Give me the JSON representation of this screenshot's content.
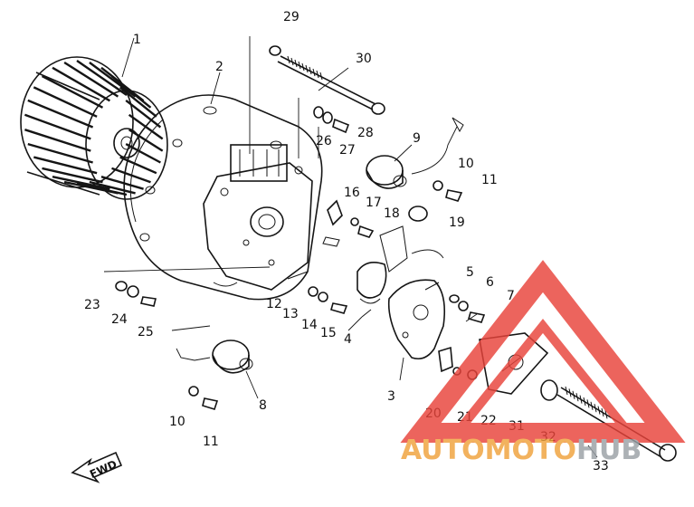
{
  "diagram": {
    "part_numbers": [
      "1",
      "2",
      "3",
      "4",
      "5",
      "6",
      "7",
      "8",
      "9",
      "10",
      "10",
      "11",
      "11",
      "12",
      "13",
      "14",
      "15",
      "16",
      "17",
      "18",
      "19",
      "20",
      "21",
      "22",
      "23",
      "24",
      "25",
      "26",
      "27",
      "28",
      "29",
      "30",
      "31",
      "32",
      "33"
    ],
    "direction_label": "FWD"
  },
  "watermark": {
    "word_1": "AUTO",
    "word_2": "MOTO",
    "word_3": "HUB",
    "color_1": "#f0a23b",
    "color_2": "#f0a23b",
    "color_3": "#9aa0a6",
    "logo_color": "#e8433a"
  }
}
